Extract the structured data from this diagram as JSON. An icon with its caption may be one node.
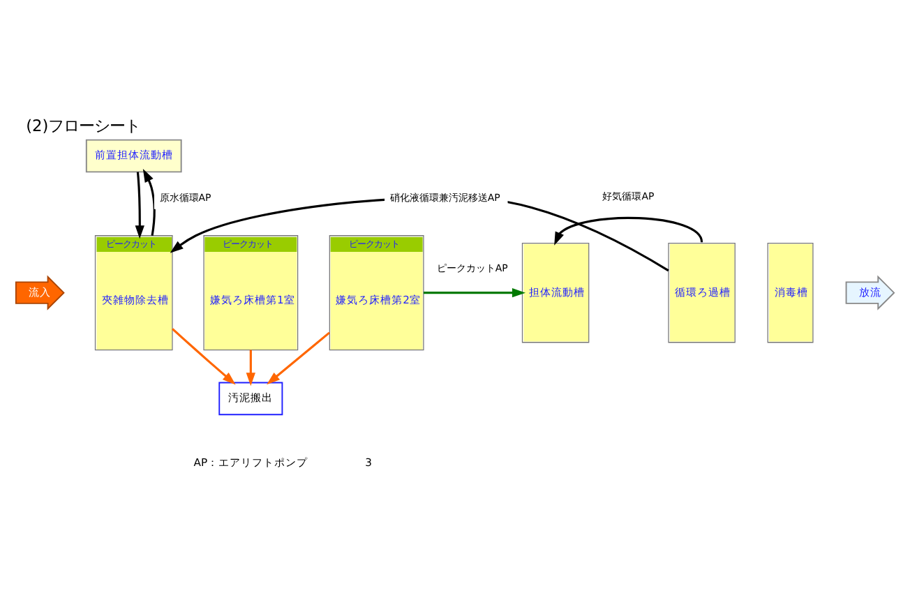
{
  "diagram": {
    "title": "(2)フローシート",
    "nodes": [
      {
        "text": [
          "前置担体流動槽"
        ]
      },
      {
        "text": [
          "ピークカット",
          "夾雑物除去槽"
        ]
      },
      {
        "text": [
          "ピークカット",
          "嫌気ろ床槽第1室"
        ]
      },
      {
        "text": [
          "ピークカット",
          "嫌気ろ床槽第2室"
        ]
      },
      {
        "text": [
          "担体流動槽"
        ]
      },
      {
        "text": [
          "循環ろ過槽"
        ]
      },
      {
        "text": [
          "消毒槽"
        ]
      },
      {
        "text": [
          "流入"
        ]
      },
      {
        "text": [
          "放流"
        ]
      },
      {
        "text": [
          "汚泥搬出"
        ]
      }
    ],
    "edges": [
      {
        "from": 1,
        "to": 0,
        "arrow": "to",
        "label": "原水循環AP"
      },
      {
        "from": 0,
        "to": 1,
        "arrow": "to"
      },
      {
        "from": 3,
        "to": 4,
        "arrow": "to",
        "label": "ピークカットAP",
        "color": "#007a00"
      },
      {
        "from": 5,
        "to": 4,
        "arrow": "to",
        "label": "好気循環AP"
      },
      {
        "from": 5,
        "to": 1,
        "arrow": "to",
        "label": "硝化液循環兼汚泥移送AP"
      },
      {
        "from": 1,
        "to": 9,
        "arrow": "to",
        "color": "#ff6600"
      },
      {
        "from": 2,
        "to": 9,
        "arrow": "to",
        "color": "#ff6600"
      },
      {
        "from": 3,
        "to": 9,
        "arrow": "to",
        "color": "#ff6600"
      }
    ],
    "labels": [
      "AP：エアリフトポンプ",
      "3"
    ]
  }
}
